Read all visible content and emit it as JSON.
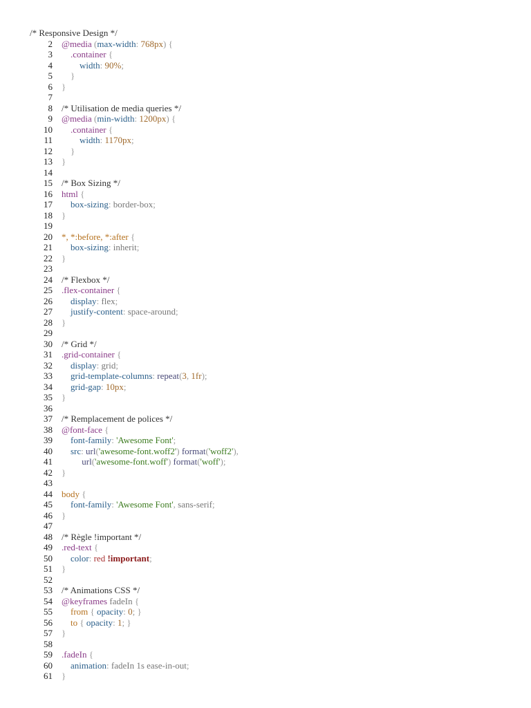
{
  "editor": {
    "lines": [
      {
        "n": "",
        "tokens": [
          [
            "comment",
            "/* Responsive Design */"
          ]
        ]
      },
      {
        "n": "2",
        "tokens": [
          [
            "atrule",
            "@media"
          ],
          [
            "punct",
            " ("
          ],
          [
            "prop",
            "max-width"
          ],
          [
            "punct",
            ": "
          ],
          [
            "num",
            "768px"
          ],
          [
            "punct",
            ") {"
          ]
        ]
      },
      {
        "n": "3",
        "tokens": [
          [
            "text",
            "    "
          ],
          [
            "selector",
            ".container"
          ],
          [
            "punct",
            " {"
          ]
        ]
      },
      {
        "n": "4",
        "tokens": [
          [
            "text",
            "        "
          ],
          [
            "prop",
            "width"
          ],
          [
            "punct",
            ": "
          ],
          [
            "num",
            "90%"
          ],
          [
            "punct",
            ";"
          ]
        ]
      },
      {
        "n": "5",
        "tokens": [
          [
            "text",
            "    "
          ],
          [
            "punct",
            "}"
          ]
        ]
      },
      {
        "n": "6",
        "tokens": [
          [
            "punct",
            "}"
          ]
        ]
      },
      {
        "n": "7",
        "tokens": []
      },
      {
        "n": "8",
        "tokens": [
          [
            "comment",
            "/* Utilisation de media queries */"
          ]
        ]
      },
      {
        "n": "9",
        "tokens": [
          [
            "atrule",
            "@media"
          ],
          [
            "punct",
            " ("
          ],
          [
            "prop",
            "min-width"
          ],
          [
            "punct",
            ": "
          ],
          [
            "num",
            "1200px"
          ],
          [
            "punct",
            ") {"
          ]
        ]
      },
      {
        "n": "10",
        "tokens": [
          [
            "text",
            "    "
          ],
          [
            "selector",
            ".container"
          ],
          [
            "punct",
            " {"
          ]
        ]
      },
      {
        "n": "11",
        "tokens": [
          [
            "text",
            "        "
          ],
          [
            "prop",
            "width"
          ],
          [
            "punct",
            ": "
          ],
          [
            "num",
            "1170px"
          ],
          [
            "punct",
            ";"
          ]
        ]
      },
      {
        "n": "12",
        "tokens": [
          [
            "text",
            "    "
          ],
          [
            "punct",
            "}"
          ]
        ]
      },
      {
        "n": "13",
        "tokens": [
          [
            "punct",
            "}"
          ]
        ]
      },
      {
        "n": "14",
        "tokens": []
      },
      {
        "n": "15",
        "tokens": [
          [
            "comment",
            "/* Box Sizing */"
          ]
        ]
      },
      {
        "n": "16",
        "tokens": [
          [
            "selector",
            "html"
          ],
          [
            "punct",
            " {"
          ]
        ]
      },
      {
        "n": "17",
        "tokens": [
          [
            "text",
            "    "
          ],
          [
            "prop",
            "box-sizing"
          ],
          [
            "punct",
            ": "
          ],
          [
            "val",
            "border-box"
          ],
          [
            "punct",
            ";"
          ]
        ]
      },
      {
        "n": "18",
        "tokens": [
          [
            "punct",
            "}"
          ]
        ]
      },
      {
        "n": "19",
        "tokens": []
      },
      {
        "n": "20",
        "tokens": [
          [
            "tag",
            "*, *:before, *:after"
          ],
          [
            "punct",
            " {"
          ]
        ]
      },
      {
        "n": "21",
        "tokens": [
          [
            "text",
            "    "
          ],
          [
            "prop",
            "box-sizing"
          ],
          [
            "punct",
            ": "
          ],
          [
            "val",
            "inherit"
          ],
          [
            "punct",
            ";"
          ]
        ]
      },
      {
        "n": "22",
        "tokens": [
          [
            "punct",
            "}"
          ]
        ]
      },
      {
        "n": "23",
        "tokens": []
      },
      {
        "n": "24",
        "tokens": [
          [
            "comment",
            "/* Flexbox */"
          ]
        ]
      },
      {
        "n": "25",
        "tokens": [
          [
            "selector",
            ".flex-container"
          ],
          [
            "punct",
            " {"
          ]
        ]
      },
      {
        "n": "26",
        "tokens": [
          [
            "text",
            "    "
          ],
          [
            "prop",
            "display"
          ],
          [
            "punct",
            ": "
          ],
          [
            "val",
            "flex"
          ],
          [
            "punct",
            ";"
          ]
        ]
      },
      {
        "n": "27",
        "tokens": [
          [
            "text",
            "    "
          ],
          [
            "prop",
            "justify-content"
          ],
          [
            "punct",
            ": "
          ],
          [
            "val",
            "space-around"
          ],
          [
            "punct",
            ";"
          ]
        ]
      },
      {
        "n": "28",
        "tokens": [
          [
            "punct",
            "}"
          ]
        ]
      },
      {
        "n": "29",
        "tokens": []
      },
      {
        "n": "30",
        "tokens": [
          [
            "comment",
            "/* Grid */"
          ]
        ]
      },
      {
        "n": "31",
        "tokens": [
          [
            "selector",
            ".grid-container"
          ],
          [
            "punct",
            " {"
          ]
        ]
      },
      {
        "n": "32",
        "tokens": [
          [
            "text",
            "    "
          ],
          [
            "prop",
            "display"
          ],
          [
            "punct",
            ": "
          ],
          [
            "val",
            "grid"
          ],
          [
            "punct",
            ";"
          ]
        ]
      },
      {
        "n": "33",
        "tokens": [
          [
            "text",
            "    "
          ],
          [
            "prop",
            "grid-template-columns"
          ],
          [
            "punct",
            ": "
          ],
          [
            "func",
            "repeat"
          ],
          [
            "punct",
            "("
          ],
          [
            "num",
            "3"
          ],
          [
            "punct",
            ", "
          ],
          [
            "num",
            "1fr"
          ],
          [
            "punct",
            ");"
          ]
        ]
      },
      {
        "n": "34",
        "tokens": [
          [
            "text",
            "    "
          ],
          [
            "prop",
            "grid-gap"
          ],
          [
            "punct",
            ": "
          ],
          [
            "num",
            "10px"
          ],
          [
            "punct",
            ";"
          ]
        ]
      },
      {
        "n": "35",
        "tokens": [
          [
            "punct",
            "}"
          ]
        ]
      },
      {
        "n": "36",
        "tokens": []
      },
      {
        "n": "37",
        "tokens": [
          [
            "comment",
            "/* Remplacement de polices */"
          ]
        ]
      },
      {
        "n": "38",
        "tokens": [
          [
            "atrule",
            "@font-face"
          ],
          [
            "punct",
            " {"
          ]
        ]
      },
      {
        "n": "39",
        "tokens": [
          [
            "text",
            "    "
          ],
          [
            "prop",
            "font-family"
          ],
          [
            "punct",
            ": "
          ],
          [
            "str",
            "'Awesome Font'"
          ],
          [
            "punct",
            ";"
          ]
        ]
      },
      {
        "n": "40",
        "tokens": [
          [
            "text",
            "    "
          ],
          [
            "prop",
            "src"
          ],
          [
            "punct",
            ": "
          ],
          [
            "func",
            "url"
          ],
          [
            "punct",
            "("
          ],
          [
            "str",
            "'awesome-font.woff2'"
          ],
          [
            "punct",
            ") "
          ],
          [
            "func",
            "format"
          ],
          [
            "punct",
            "("
          ],
          [
            "str",
            "'woff2'"
          ],
          [
            "punct",
            "),"
          ]
        ]
      },
      {
        "n": "41",
        "tokens": [
          [
            "text",
            "         "
          ],
          [
            "func",
            "url"
          ],
          [
            "punct",
            "("
          ],
          [
            "str",
            "'awesome-font.woff'"
          ],
          [
            "punct",
            ") "
          ],
          [
            "func",
            "format"
          ],
          [
            "punct",
            "("
          ],
          [
            "str",
            "'woff'"
          ],
          [
            "punct",
            ");"
          ]
        ]
      },
      {
        "n": "42",
        "tokens": [
          [
            "punct",
            "}"
          ]
        ]
      },
      {
        "n": "43",
        "tokens": []
      },
      {
        "n": "44",
        "tokens": [
          [
            "tag",
            "body"
          ],
          [
            "punct",
            " {"
          ]
        ]
      },
      {
        "n": "45",
        "tokens": [
          [
            "text",
            "    "
          ],
          [
            "prop",
            "font-family"
          ],
          [
            "punct",
            ": "
          ],
          [
            "str",
            "'Awesome Font'"
          ],
          [
            "punct",
            ", "
          ],
          [
            "val",
            "sans-serif"
          ],
          [
            "punct",
            ";"
          ]
        ]
      },
      {
        "n": "46",
        "tokens": [
          [
            "punct",
            "}"
          ]
        ]
      },
      {
        "n": "47",
        "tokens": []
      },
      {
        "n": "48",
        "tokens": [
          [
            "comment",
            "/* Règle !important */"
          ]
        ]
      },
      {
        "n": "49",
        "tokens": [
          [
            "selector",
            ".red-text"
          ],
          [
            "punct",
            " {"
          ]
        ]
      },
      {
        "n": "50",
        "tokens": [
          [
            "text",
            "    "
          ],
          [
            "prop",
            "color"
          ],
          [
            "punct",
            ": "
          ],
          [
            "kw",
            "red "
          ],
          [
            "imp",
            "!important"
          ],
          [
            "punct",
            ";"
          ]
        ]
      },
      {
        "n": "51",
        "tokens": [
          [
            "punct",
            "}"
          ]
        ]
      },
      {
        "n": "52",
        "tokens": []
      },
      {
        "n": "53",
        "tokens": [
          [
            "comment",
            "/* Animations CSS */"
          ]
        ]
      },
      {
        "n": "54",
        "tokens": [
          [
            "atrule",
            "@keyframes"
          ],
          [
            "val",
            " fadeIn"
          ],
          [
            "punct",
            " {"
          ]
        ]
      },
      {
        "n": "55",
        "tokens": [
          [
            "text",
            "    "
          ],
          [
            "tag",
            "from"
          ],
          [
            "punct",
            " { "
          ],
          [
            "prop",
            "opacity"
          ],
          [
            "punct",
            ": "
          ],
          [
            "num",
            "0"
          ],
          [
            "punct",
            "; }"
          ]
        ]
      },
      {
        "n": "56",
        "tokens": [
          [
            "text",
            "    "
          ],
          [
            "tag",
            "to"
          ],
          [
            "punct",
            " { "
          ],
          [
            "prop",
            "opacity"
          ],
          [
            "punct",
            ": "
          ],
          [
            "num",
            "1"
          ],
          [
            "punct",
            "; }"
          ]
        ]
      },
      {
        "n": "57",
        "tokens": [
          [
            "punct",
            "}"
          ]
        ]
      },
      {
        "n": "58",
        "tokens": []
      },
      {
        "n": "59",
        "tokens": [
          [
            "selector",
            ".fadeIn"
          ],
          [
            "punct",
            " {"
          ]
        ]
      },
      {
        "n": "60",
        "tokens": [
          [
            "text",
            "    "
          ],
          [
            "prop",
            "animation"
          ],
          [
            "punct",
            ": "
          ],
          [
            "val",
            "fadeIn 1s ease-in-out"
          ],
          [
            "punct",
            ";"
          ]
        ]
      },
      {
        "n": "61",
        "tokens": [
          [
            "punct",
            "}"
          ]
        ]
      }
    ]
  }
}
